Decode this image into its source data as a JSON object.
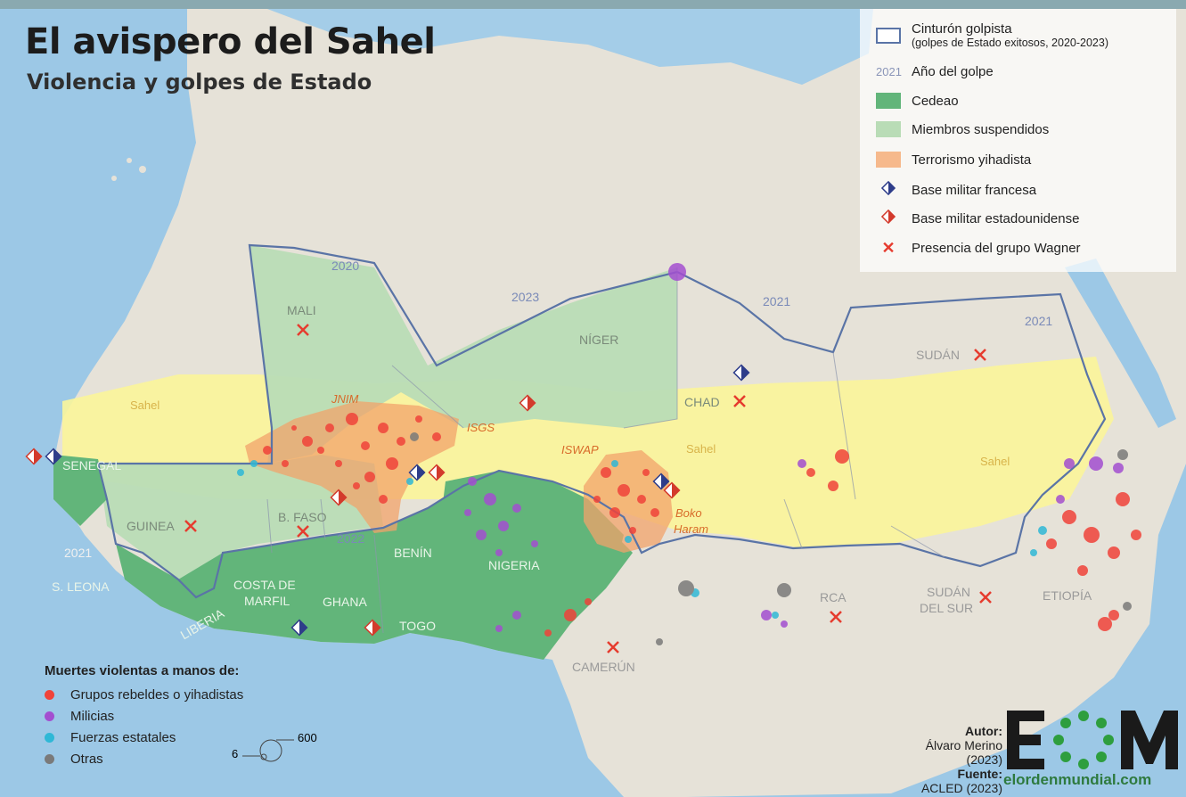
{
  "title": "El avispero del Sahel",
  "subtitle": "Violencia y golpes de Estado",
  "legend": {
    "coup_belt": "Cinturón golpista",
    "coup_belt_sub": "(golpes de Estado exitosos, 2020-2023)",
    "year_sample": "2021",
    "year_label": "Año del golpe",
    "cedeao": "Cedeao",
    "suspended": "Miembros suspendidos",
    "terror": "Terrorismo yihadista",
    "french_base": "Base militar francesa",
    "us_base": "Base militar estadounidense",
    "wagner": "Presencia del grupo Wagner"
  },
  "deaths_legend": {
    "title": "Muertes violentas a manos de:",
    "rebels": "Grupos rebeldes o yihadistas",
    "militias": "Milicias",
    "state": "Fuerzas estatales",
    "other": "Otras",
    "size_min": "6",
    "size_max": "600"
  },
  "countries": {
    "mali": "MALI",
    "niger": "NÍGER",
    "chad": "CHAD",
    "sudan": "SUDÁN",
    "senegal": "SENEGAL",
    "guinea": "GUINEA",
    "bfaso": "B. FASO",
    "benin": "BENÍN",
    "nigeria": "NIGERIA",
    "sleona": "S. LEONA",
    "liberia": "LIBERIA",
    "costa1": "COSTA DE",
    "costa2": "MARFIL",
    "ghana": "GHANA",
    "togo": "TOGO",
    "camerun": "CAMERÚN",
    "rca": "RCA",
    "ssur1": "SUDÁN",
    "ssur2": "DEL SUR",
    "etiopia": "ETIOPÍA"
  },
  "years": {
    "mali": "2020",
    "niger": "2023",
    "chad": "2021",
    "sudan": "2021",
    "guinea": "2021",
    "bfaso": "2022"
  },
  "groups": {
    "jnim": "JNIM",
    "isgs": "ISGS",
    "iswap": "ISWAP",
    "boko1": "Boko",
    "boko2": "Haram",
    "sahel": "Sahel"
  },
  "credits": {
    "author_label": "Autor:",
    "author": "Álvaro Merino (2023)",
    "source_label": "Fuente:",
    "source": "ACLED (2023)",
    "brand": "elordenmundial.com"
  },
  "colors": {
    "ocean": "#9cc8e6",
    "land": "#e6e2d8",
    "cedeao": "#62b57a",
    "suspended": "#b9dcb6",
    "sahel": "#fbf59a",
    "terror": "#f2a36b",
    "border": "#5a74a6",
    "rebels": "#f0433a",
    "militias": "#a34fd0",
    "state": "#2fb8d6",
    "other": "#7a7a7a",
    "wagner": "#e63b2e"
  }
}
